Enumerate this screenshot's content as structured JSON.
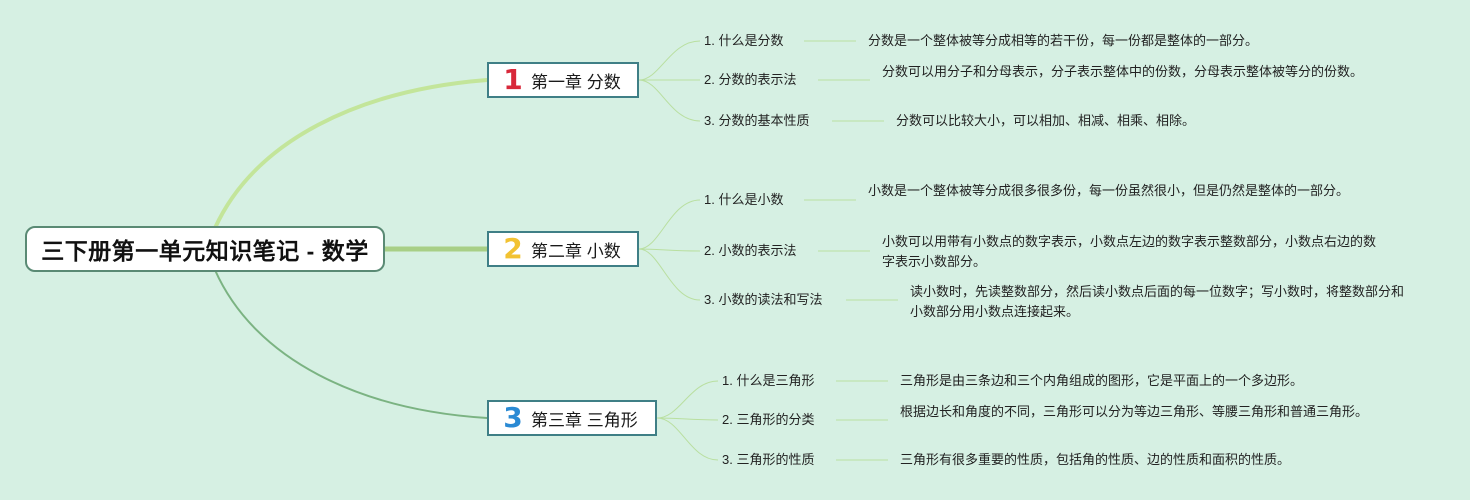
{
  "root": {
    "title": "三下册第一单元知识笔记 - 数学"
  },
  "chapters": [
    {
      "number": "1",
      "number_color": "#d8283a",
      "title": "第一章 分数",
      "topics": [
        {
          "label": "1. 什么是分数",
          "desc": "分数是一个整体被等分成相等的若干份，每一份都是整体的一部分。"
        },
        {
          "label": "2. 分数的表示法",
          "desc": "分数可以用分子和分母表示，分子表示整体中的份数，分母表示整体被等分的份数。"
        },
        {
          "label": "3. 分数的基本性质",
          "desc": "分数可以比较大小，可以相加、相减、相乘、相除。"
        }
      ]
    },
    {
      "number": "2",
      "number_color": "#f2c232",
      "title": "第二章 小数",
      "topics": [
        {
          "label": "1. 什么是小数",
          "desc": "小数是一个整体被等分成很多很多份，每一份虽然很小，但是仍然是整体的一部分。"
        },
        {
          "label": "2. 小数的表示法",
          "desc": "小数可以用带有小数点的数字表示，小数点左边的数字表示整数部分，小数点右边的数字表示小数部分。"
        },
        {
          "label": "3. 小数的读法和写法",
          "desc": "读小数时，先读整数部分，然后读小数点后面的每一位数字；写小数时，将整数部分和小数部分用小数点连接起来。"
        }
      ]
    },
    {
      "number": "3",
      "number_color": "#2a8ad4",
      "title": "第三章 三角形",
      "topics": [
        {
          "label": "1. 什么是三角形",
          "desc": "三角形是由三条边和三个内角组成的图形，它是平面上的一个多边形。"
        },
        {
          "label": "2. 三角形的分类",
          "desc": "根据边长和角度的不同，三角形可以分为等边三角形、等腰三角形和普通三角形。"
        },
        {
          "label": "3. 三角形的性质",
          "desc": "三角形有很多重要的性质，包括角的性质、边的性质和面积的性质。"
        }
      ]
    }
  ],
  "colors": {
    "background": "#d6f0e3",
    "branch_top": "#c3e59a",
    "branch_mid": "#a8cf86",
    "branch_bottom": "#7bb382",
    "leaf_line": "#b9dfa0"
  }
}
